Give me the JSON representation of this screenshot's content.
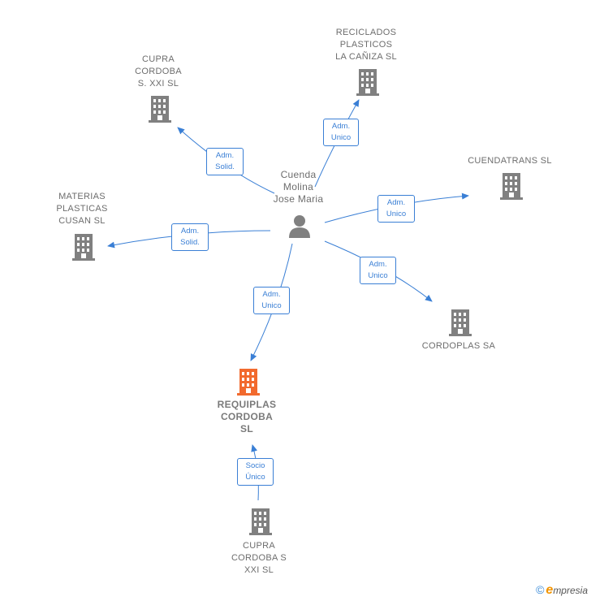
{
  "colors": {
    "edge": "#3a7fd5",
    "company_icon": "#808080",
    "focus_icon": "#f26a2e",
    "label_text": "#6d6d6d"
  },
  "person": {
    "name_lines": [
      "Cuenda",
      "Molina",
      "Jose Maria"
    ],
    "icon": "person-icon"
  },
  "companies": [
    {
      "id": "cupra-xxi",
      "lines": [
        "CUPRA",
        "CORDOBA",
        "S. XXI  SL"
      ],
      "icon": "building-icon"
    },
    {
      "id": "reciclados",
      "lines": [
        "RECICLADOS",
        "PLASTICOS",
        "LA CAÑIZA SL"
      ],
      "icon": "building-icon"
    },
    {
      "id": "cuendatrans",
      "lines": [
        "CUENDATRANS SL"
      ],
      "icon": "building-icon"
    },
    {
      "id": "materias",
      "lines": [
        "MATERIAS",
        "PLASTICAS",
        "CUSAN  SL"
      ],
      "icon": "building-icon"
    },
    {
      "id": "cordoplas",
      "lines": [
        "CORDOPLAS SA"
      ],
      "icon": "building-icon"
    },
    {
      "id": "requiplas",
      "lines": [
        "REQUIPLAS",
        "CORDOBA",
        "SL"
      ],
      "icon": "building-icon",
      "focus": true
    },
    {
      "id": "cupra-s-xxi",
      "lines": [
        "CUPRA",
        "CORDOBA S",
        "XXI  SL"
      ],
      "icon": "building-icon"
    }
  ],
  "relations": [
    {
      "id": "r-cupra-xxi",
      "lines": [
        "Adm.",
        "Solid."
      ]
    },
    {
      "id": "r-reciclados",
      "lines": [
        "Adm.",
        "Unico"
      ]
    },
    {
      "id": "r-cuendatrans",
      "lines": [
        "Adm.",
        "Unico"
      ]
    },
    {
      "id": "r-materias",
      "lines": [
        "Adm.",
        "Solid."
      ]
    },
    {
      "id": "r-cordoplas",
      "lines": [
        "Adm.",
        "Unico"
      ]
    },
    {
      "id": "r-requiplas",
      "lines": [
        "Adm.",
        "Unico"
      ]
    },
    {
      "id": "r-socio",
      "lines": [
        "Socio",
        "Único"
      ]
    }
  ],
  "footer": {
    "copyright_symbol": "©",
    "brand_initial": "e",
    "brand_rest": "mpresia"
  }
}
